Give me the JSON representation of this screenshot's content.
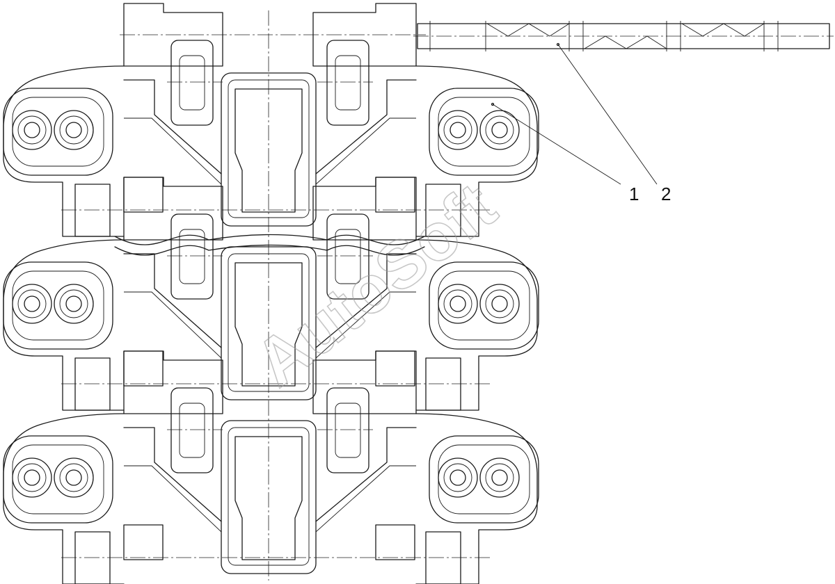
{
  "callouts": [
    {
      "id": "1",
      "text": "1"
    },
    {
      "id": "2",
      "text": "2"
    }
  ],
  "watermark": {
    "text": "AutoSoft"
  },
  "colors": {
    "line": "#1a1a1a",
    "watermark": "#9a9a9a",
    "background": "#ffffff"
  }
}
